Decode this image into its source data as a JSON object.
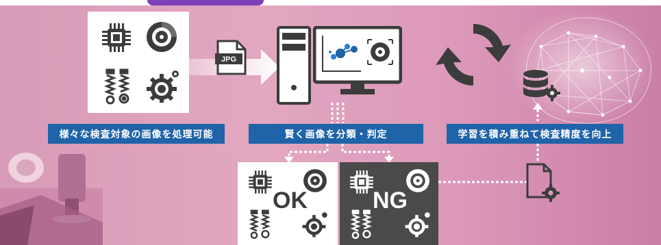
{
  "file_tag": "JPG",
  "captions": {
    "input": "様々な検査対象の画像を処理可能",
    "classify": "賢く画像を分類・判定",
    "learning": "学習を積み重ねて検査精度を向上"
  },
  "results": {
    "ok": "OK",
    "ng": "NG"
  },
  "icons": [
    "chip-icon",
    "brake-disc-icon",
    "spring-icon",
    "gear-icon",
    "computer-icon",
    "monitor-icon",
    "refresh-cycle-icon",
    "database-icon",
    "document-gear-icon",
    "brain-network-icon"
  ],
  "colors": {
    "background": "#dd9fbb",
    "label_blue": "#1f63a8",
    "ng_panel": "#4a4a4a",
    "icon_dark": "#3c3c3c"
  }
}
